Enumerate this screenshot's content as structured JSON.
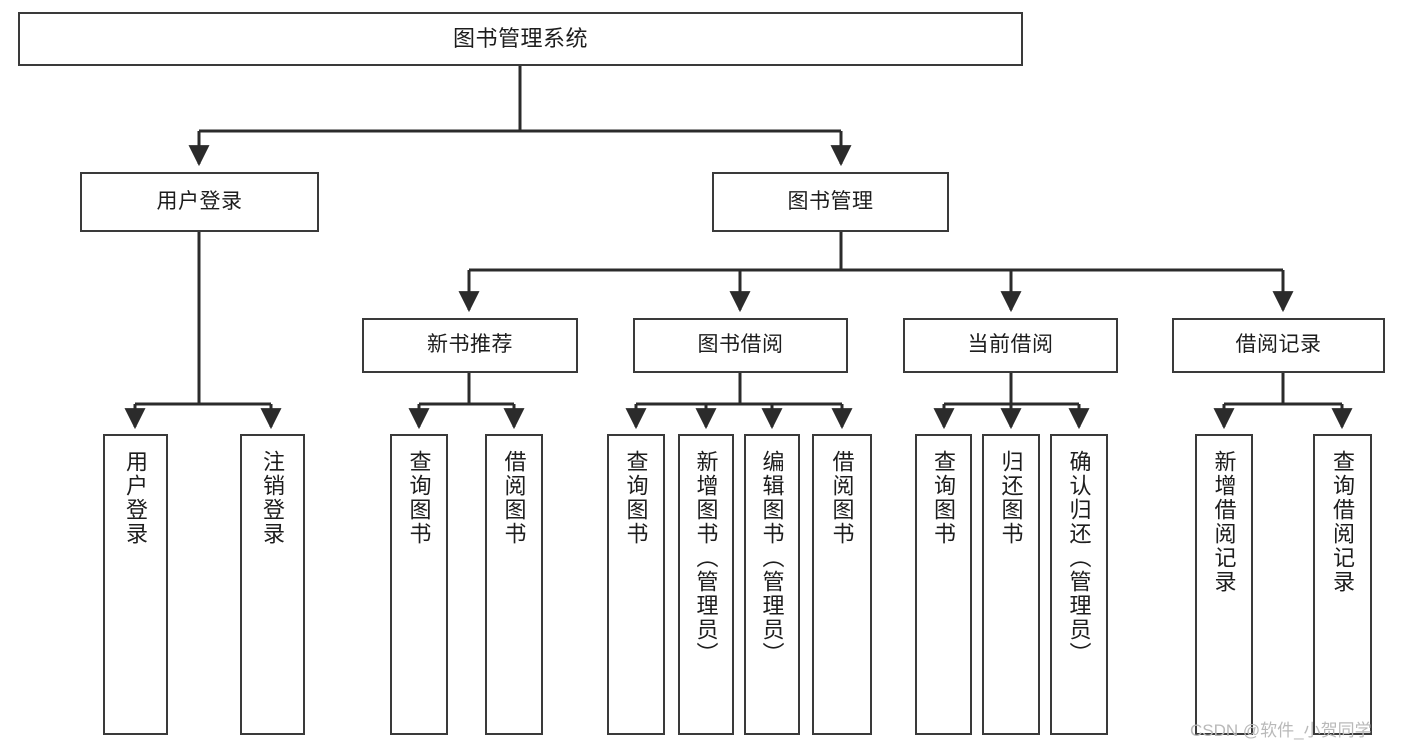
{
  "diagram": {
    "title": "图书管理系统",
    "type": "tree",
    "orientation": "top-down",
    "colors": {
      "box_border": "#3a3a3a",
      "box_fill": "#ffffff",
      "edge": "#2b2b2b",
      "text": "#1d1d1d",
      "watermark": "#b9b9b9",
      "background": "#ffffff"
    },
    "root": {
      "id": "root",
      "label": "图书管理系统",
      "orientation": "horizontal"
    },
    "level2": [
      {
        "id": "user-login",
        "label": "用户登录",
        "orientation": "horizontal"
      },
      {
        "id": "book-manage",
        "label": "图书管理",
        "orientation": "horizontal"
      }
    ],
    "level3": [
      {
        "id": "new-book-recommend",
        "label": "新书推荐",
        "orientation": "horizontal",
        "parent": "book-manage"
      },
      {
        "id": "book-borrow",
        "label": "图书借阅",
        "orientation": "horizontal",
        "parent": "book-manage"
      },
      {
        "id": "current-borrow",
        "label": "当前借阅",
        "orientation": "horizontal",
        "parent": "book-manage"
      },
      {
        "id": "borrow-record",
        "label": "借阅记录",
        "orientation": "horizontal",
        "parent": "book-manage"
      }
    ],
    "leaves": [
      {
        "id": "leaf-user-login",
        "label": "用户登录",
        "parent": "user-login",
        "orientation": "vertical"
      },
      {
        "id": "leaf-user-logout",
        "label": "注销登录",
        "parent": "user-login",
        "orientation": "vertical"
      },
      {
        "id": "leaf-query-book-new",
        "label": "查询图书",
        "parent": "new-book-recommend",
        "orientation": "vertical"
      },
      {
        "id": "leaf-borrow-book-new",
        "label": "借阅图书",
        "parent": "new-book-recommend",
        "orientation": "vertical"
      },
      {
        "id": "leaf-query-book-borrow",
        "label": "查询图书",
        "parent": "book-borrow",
        "orientation": "vertical"
      },
      {
        "id": "leaf-add-book",
        "label": "新增图书（管理员）",
        "parent": "book-borrow",
        "orientation": "vertical"
      },
      {
        "id": "leaf-edit-book",
        "label": "编辑图书（管理员）",
        "parent": "book-borrow",
        "orientation": "vertical"
      },
      {
        "id": "leaf-borrow-book",
        "label": "借阅图书",
        "parent": "book-borrow",
        "orientation": "vertical"
      },
      {
        "id": "leaf-query-book-current",
        "label": "查询图书",
        "parent": "current-borrow",
        "orientation": "vertical"
      },
      {
        "id": "leaf-return-book",
        "label": "归还图书",
        "parent": "current-borrow",
        "orientation": "vertical"
      },
      {
        "id": "leaf-confirm-return",
        "label": "确认归还（管理员）",
        "parent": "current-borrow",
        "orientation": "vertical"
      },
      {
        "id": "leaf-add-record",
        "label": "新增借阅记录",
        "parent": "borrow-record",
        "orientation": "vertical"
      },
      {
        "id": "leaf-query-record",
        "label": "查询借阅记录",
        "parent": "borrow-record",
        "orientation": "vertical"
      }
    ],
    "watermark": "CSDN @软件_小贺同学"
  }
}
